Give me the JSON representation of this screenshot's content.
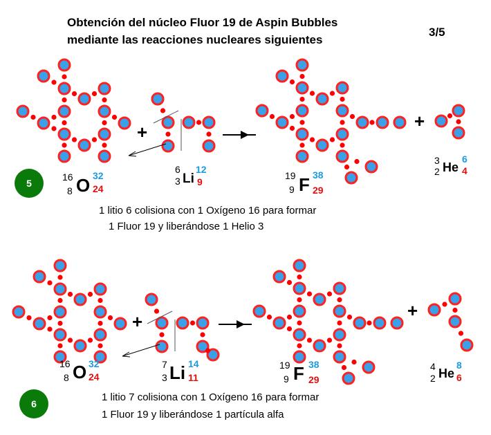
{
  "title": {
    "line1": "Obtención del núcleo  Fluor 19 de Aspin Bubbles",
    "line2": "mediante las reacciones nucleares siguientes",
    "page": "3/5"
  },
  "colors": {
    "proton_fill": "#3aa0e8",
    "proton_ring": "#ff2020",
    "link": "#ff0000",
    "badge": "#0a7a0a",
    "blue_number": "#1a9be0",
    "red_number": "#e01010"
  },
  "reactions": [
    {
      "badge": "5",
      "oxygen": {
        "mass": "16",
        "z": "8",
        "symbol": "O",
        "blue": "32",
        "red": "24"
      },
      "lithium": {
        "mass": "6",
        "z": "3",
        "symbol": "Li",
        "blue": "12",
        "red": "9"
      },
      "fluor": {
        "mass": "19",
        "z": "9",
        "symbol": "F",
        "blue": "38",
        "red": "29"
      },
      "helium": {
        "mass": "3",
        "z": "2",
        "symbol": "He",
        "blue": "6",
        "red": "4"
      },
      "plus1": "+",
      "plus2": "+",
      "line1": "1 litio 6 colisiona con  1 Oxígeno 16  para formar",
      "line2": "1 Fluor 19  y liberándose  1 Helio 3"
    },
    {
      "badge": "6",
      "oxygen": {
        "mass": "16",
        "z": "8",
        "symbol": "O",
        "blue": "32",
        "red": "24"
      },
      "lithium": {
        "mass": "7",
        "z": "3",
        "symbol": "Li",
        "blue": "14",
        "red": "11"
      },
      "fluor": {
        "mass": "19",
        "z": "9",
        "symbol": "F",
        "blue": "38",
        "red": "29"
      },
      "helium": {
        "mass": "4",
        "z": "2",
        "symbol": "He",
        "blue": "8",
        "red": "6"
      },
      "plus1": "+",
      "plus2": "+",
      "line1": "1 litio 7 colisiona con   1 Oxígeno 16  para formar",
      "line2": "1 Fluor 19  y liberándose 1 partícula alfa"
    }
  ]
}
